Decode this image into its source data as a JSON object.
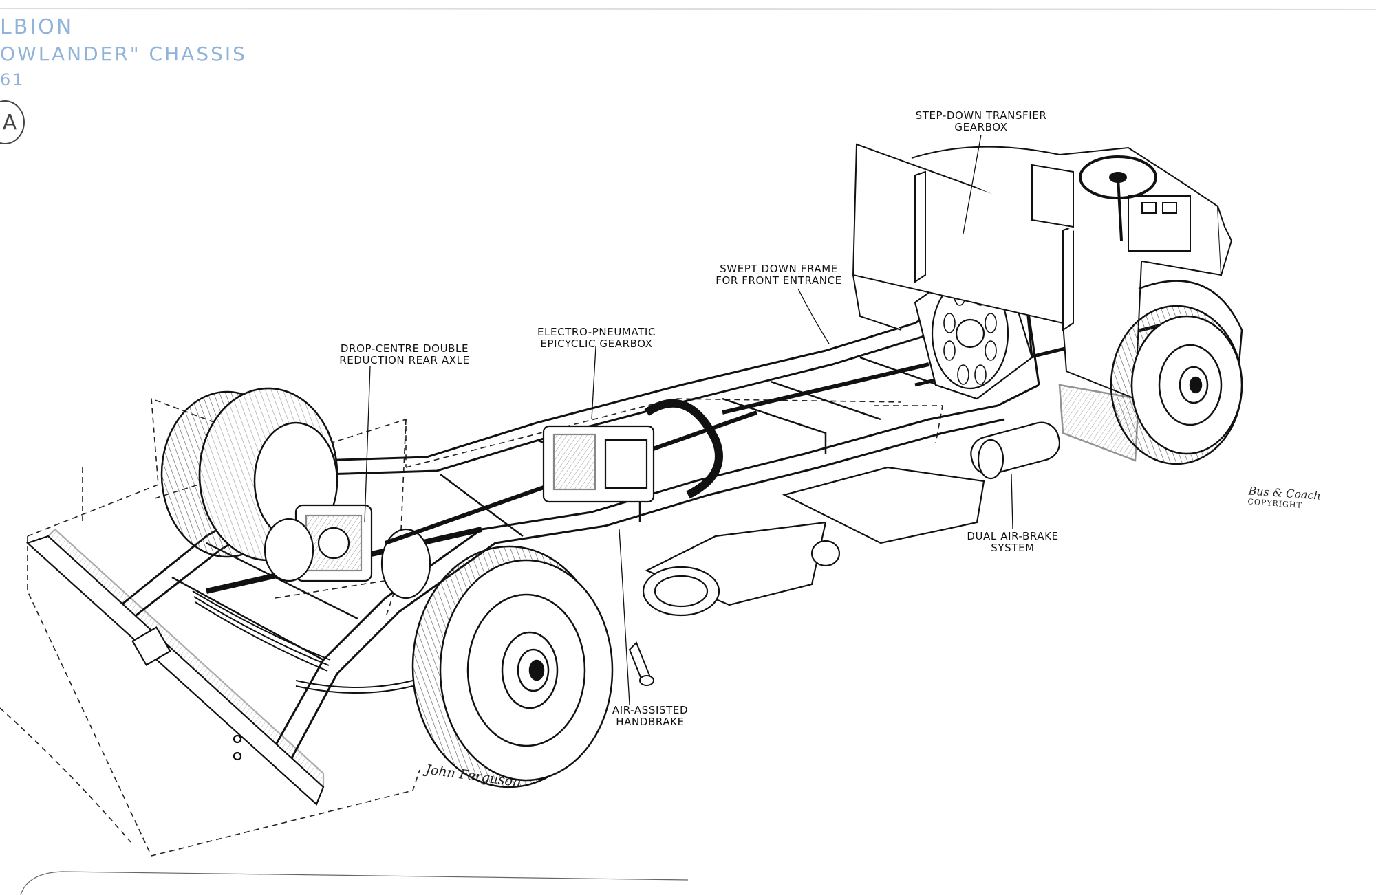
{
  "pencil_notes": {
    "line1": "LBION",
    "line2": "OWLANDER\" CHASSIS",
    "line3": "61",
    "circled": "A"
  },
  "labels": {
    "transfer_gearbox": [
      "STEP-DOWN TRANSFIER",
      "GEARBOX"
    ],
    "swept_frame": [
      "SWEPT DOWN FRAME",
      "FOR FRONT ENTRANCE"
    ],
    "epicyclic_gearbox": [
      "ELECTRO-PNEUMATIC",
      "EPICYCLIC GEARBOX"
    ],
    "rear_axle": [
      "DROP-CENTRE DOUBLE",
      "REDUCTION REAR AXLE"
    ],
    "air_brake": [
      "DUAL AIR-BRAKE",
      "SYSTEM"
    ],
    "handbrake": [
      "AIR-ASSISTED",
      "HANDBRAKE"
    ]
  },
  "copyright": {
    "line1": "Bus & Coach",
    "line2": "COPYRIGHT"
  },
  "signature": "John Ferguson"
}
